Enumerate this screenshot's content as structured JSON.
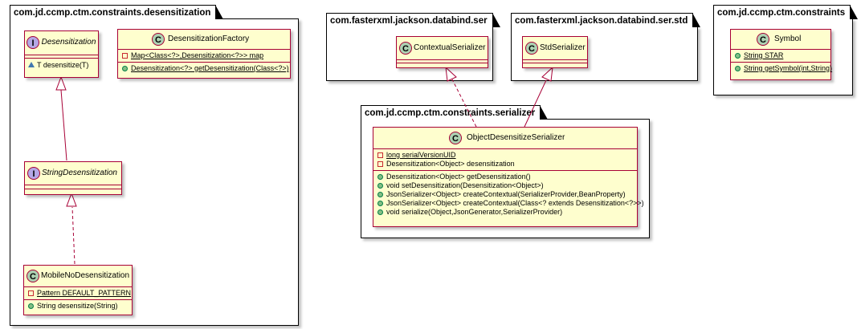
{
  "packages": {
    "desensitization": {
      "name": "com.jd.ccmp.ctm.constraints.desensitization"
    },
    "ser": {
      "name": "com.fasterxml.jackson.databind.ser"
    },
    "ser_std": {
      "name": "com.fasterxml.jackson.databind.ser.std"
    },
    "constraints": {
      "name": "com.jd.ccmp.ctm.constraints"
    },
    "serializer": {
      "name": "com.jd.ccmp.ctm.constraints.serializer"
    }
  },
  "classes": {
    "desensitization": {
      "kind": "I",
      "name": "Desensitization",
      "methods": [
        {
          "vis": "package",
          "text": "T desensitize(T)"
        }
      ]
    },
    "factory": {
      "kind": "C",
      "name": "DesensitizationFactory",
      "fields": [
        {
          "vis": "private",
          "text": "Map<Class<?>,Desensitization<?>> map"
        }
      ],
      "methods": [
        {
          "vis": "public",
          "text": "Desensitization<?> getDesensitization(Class<?>)"
        }
      ]
    },
    "string_desensitization": {
      "kind": "I",
      "name": "StringDesensitization"
    },
    "mobile": {
      "kind": "C",
      "name": "MobileNoDesensitization",
      "fields": [
        {
          "vis": "private",
          "text": "Pattern DEFAULT_PATTERN"
        }
      ],
      "methods": [
        {
          "vis": "public",
          "text": "String desensitize(String)"
        }
      ]
    },
    "contextual": {
      "kind": "C",
      "name": "ContextualSerializer"
    },
    "std": {
      "kind": "C",
      "name": "StdSerializer"
    },
    "symbol": {
      "kind": "C",
      "name": "Symbol",
      "fields": [
        {
          "vis": "public",
          "text": "String STAR"
        }
      ],
      "methods": [
        {
          "vis": "public",
          "text": "String getSymbol(int,String)"
        }
      ]
    },
    "object_serializer": {
      "kind": "C",
      "name": "ObjectDesensitizeSerializer",
      "fields": [
        {
          "vis": "private",
          "text": "long serialVersionUID"
        },
        {
          "vis": "private",
          "text": "Desensitization<Object> desensitization"
        }
      ],
      "methods": [
        {
          "vis": "public",
          "text": "Desensitization<Object> getDesensitization()"
        },
        {
          "vis": "public",
          "text": "void setDesensitization(Desensitization<Object>)"
        },
        {
          "vis": "public",
          "text": "JsonSerializer<Object> createContextual(SerializerProvider,BeanProperty)"
        },
        {
          "vis": "public",
          "text": "JsonSerializer<Object> createContextual(Class<? extends Desensitization<?>>)"
        },
        {
          "vis": "public",
          "text": "void serialize(Object,JsonGenerator,SerializerProvider)"
        }
      ]
    }
  },
  "colors": {
    "class_fill": "#FEFECE",
    "border": "#A80036",
    "class_badge": "#ADD1B2",
    "interface_badge": "#B4A7E5"
  }
}
